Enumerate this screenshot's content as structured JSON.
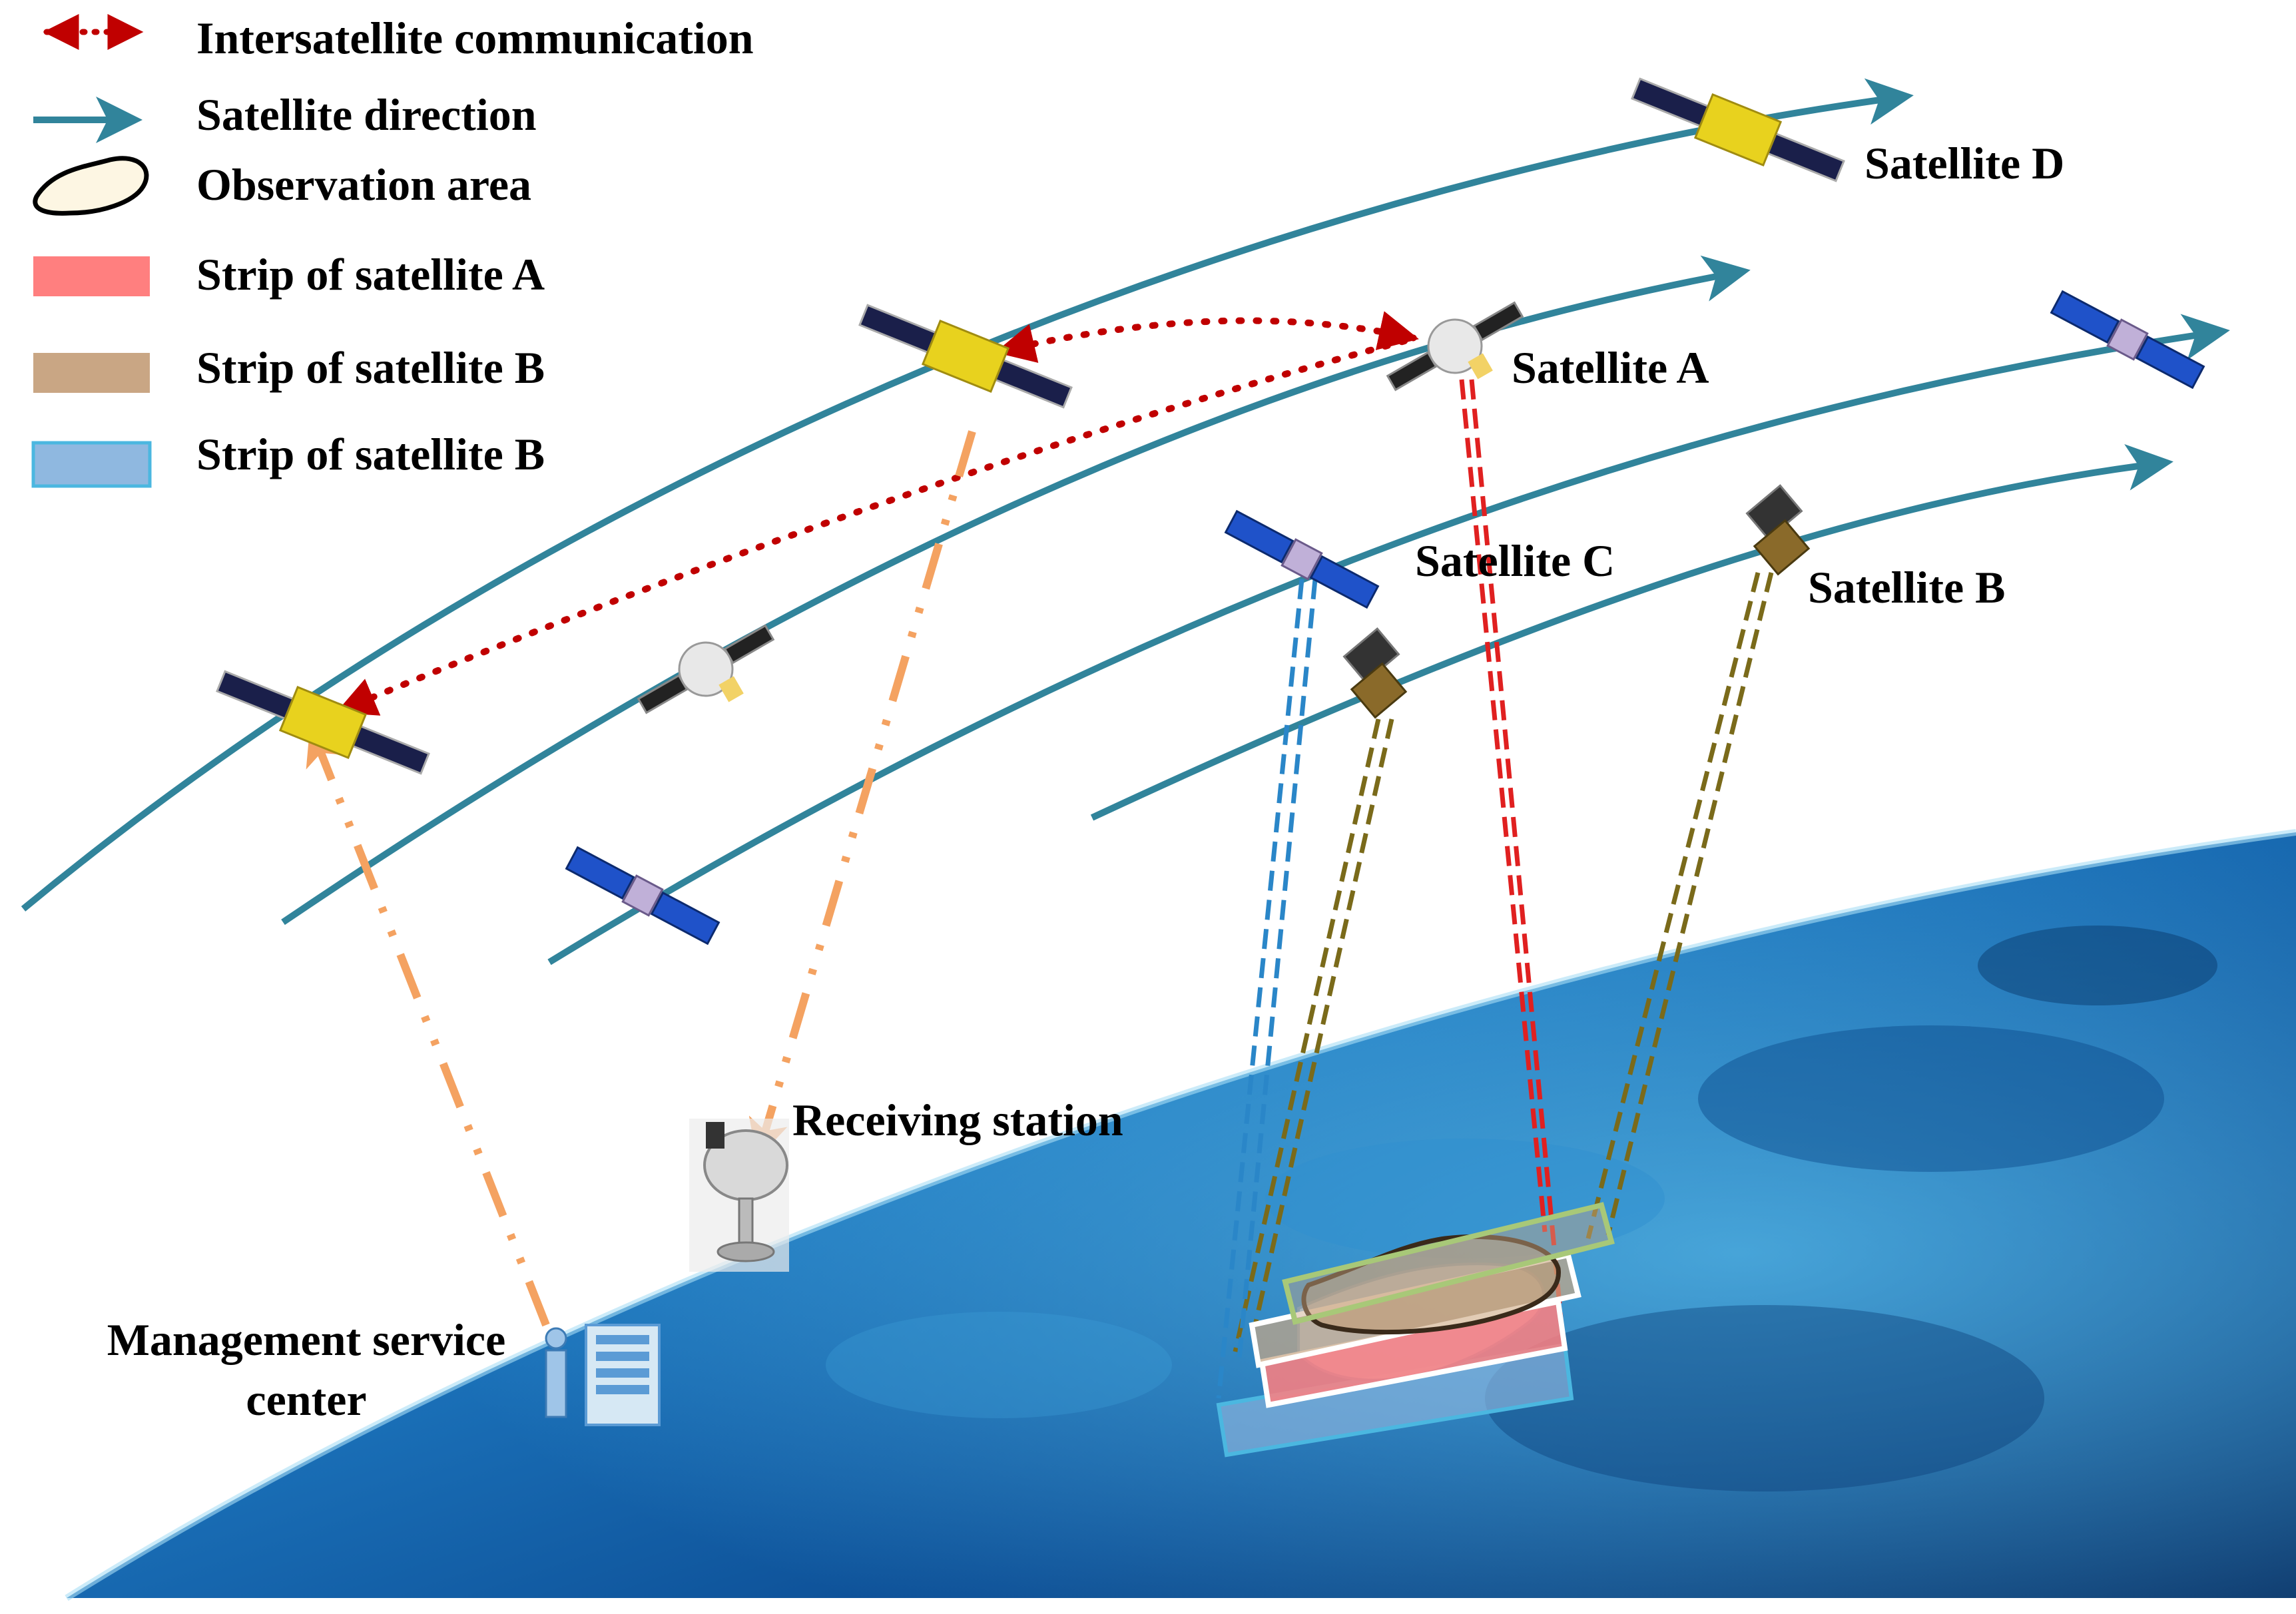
{
  "legend": {
    "items": [
      {
        "label": "Intersatellite communication",
        "symbol": "dotted-double-arrow",
        "color": "#c00000"
      },
      {
        "label": "Satellite direction",
        "symbol": "arrow",
        "color": "#31849b"
      },
      {
        "label": "Observation area",
        "symbol": "outlined-area",
        "color": "#000000"
      },
      {
        "label": "Strip of satellite A",
        "symbol": "swatch",
        "color": "#ff7f7f"
      },
      {
        "label": "Strip of satellite B",
        "symbol": "swatch",
        "color": "#c9a684"
      },
      {
        "label": "Strip of satellite B",
        "symbol": "swatch",
        "color": "#8fb8e0"
      }
    ]
  },
  "labels": {
    "satellite_d": "Satellite D",
    "satellite_a": "Satellite A",
    "satellite_c": "Satellite C",
    "satellite_b": "Satellite B",
    "receiving_station": "Receiving station",
    "management_line1": "Management service",
    "management_line2": "center"
  },
  "colors": {
    "orbit": "#31849b",
    "isl": "#c00000",
    "ground_link": "#f4a261",
    "beam_a": "#e02020",
    "beam_b": "#7a6a1a",
    "beam_c": "#2a86c8",
    "earth_dark": "#0b3f7a",
    "earth_light": "#3aa0da"
  },
  "icons": {
    "legend_isl": "dotted-double-arrow-icon",
    "legend_direction": "arrow-icon",
    "legend_area": "observation-area-icon",
    "satellites": "satellite-icon",
    "station": "dish-antenna-icon",
    "center": "server-operator-icon"
  }
}
